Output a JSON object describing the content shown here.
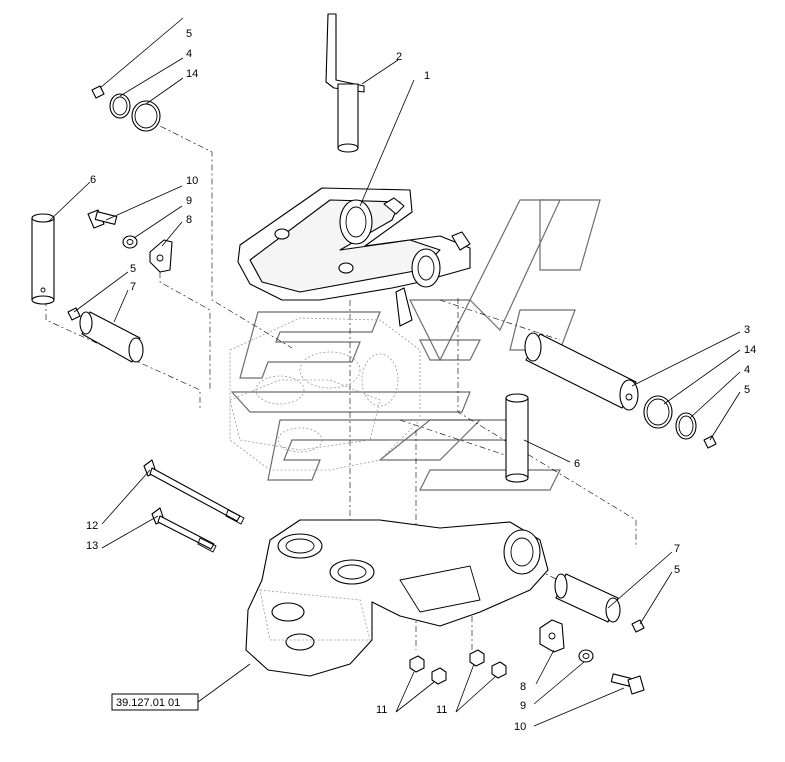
{
  "figure": {
    "reference_code": "39.127.01 01"
  },
  "callouts": [
    {
      "id": "c5a",
      "label": "5"
    },
    {
      "id": "c4a",
      "label": "4"
    },
    {
      "id": "c14a",
      "label": "14"
    },
    {
      "id": "c2",
      "label": "2"
    },
    {
      "id": "c1",
      "label": "1"
    },
    {
      "id": "c6a",
      "label": "6"
    },
    {
      "id": "c10a",
      "label": "10"
    },
    {
      "id": "c9a",
      "label": "9"
    },
    {
      "id": "c8a",
      "label": "8"
    },
    {
      "id": "c5b",
      "label": "5"
    },
    {
      "id": "c7a",
      "label": "7"
    },
    {
      "id": "c3",
      "label": "3"
    },
    {
      "id": "c14b",
      "label": "14"
    },
    {
      "id": "c4b",
      "label": "4"
    },
    {
      "id": "c5c",
      "label": "5"
    },
    {
      "id": "c6b",
      "label": "6"
    },
    {
      "id": "c12",
      "label": "12"
    },
    {
      "id": "c13",
      "label": "13"
    },
    {
      "id": "c7b",
      "label": "7"
    },
    {
      "id": "c5d",
      "label": "5"
    },
    {
      "id": "c8b",
      "label": "8"
    },
    {
      "id": "c9b",
      "label": "9"
    },
    {
      "id": "c10b",
      "label": "10"
    },
    {
      "id": "c11a",
      "label": "11"
    },
    {
      "id": "c11b",
      "label": "11"
    }
  ],
  "colors": {
    "line": "#000000",
    "watermark": "#6d6d6d",
    "background": "#ffffff"
  }
}
